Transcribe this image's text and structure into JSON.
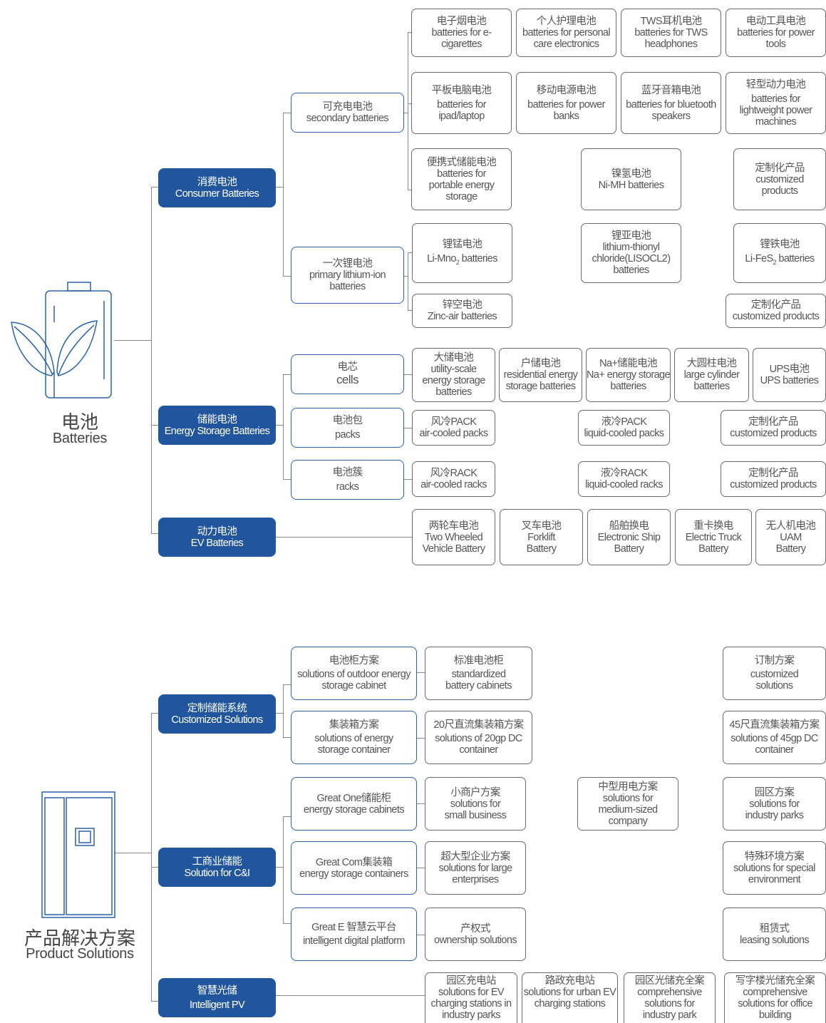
{
  "batteries": {
    "title_zh": "电池",
    "title_en": "Batteries",
    "consumer": {
      "zh": "消费电池",
      "en": "Consumer Batteries",
      "secondary": {
        "zh": "可充电电池",
        "en": "secondary batteries"
      },
      "primary": {
        "zh": "一次锂电池",
        "en": "primary lithium-ion batteries"
      },
      "ecig": {
        "zh": "电子烟电池",
        "en": "batteries for e-cigarettes"
      },
      "personal": {
        "zh": "个人护理电池",
        "en": "batteries for personal care electronics"
      },
      "tws": {
        "zh": "TWS耳机电池",
        "en": "batteries for TWS headphones"
      },
      "tools": {
        "zh": "电动工具电池",
        "en": "batteries for power tools"
      },
      "tablet": {
        "zh": "平板电脑电池",
        "en": "batteries for ipad/laptop"
      },
      "powerbank": {
        "zh": "移动电源电池",
        "en": "batteries for power banks"
      },
      "speaker": {
        "zh": "蓝牙音箱电池",
        "en": "batteries for bluetooth speakers"
      },
      "lightweight": {
        "zh": "轻型动力电池",
        "en": "batteries for lightweight power machines"
      },
      "portable": {
        "zh": "便携式储能电池",
        "en": "batteries for portable energy storage"
      },
      "nimh": {
        "zh": "镍氢电池",
        "en": "Ni-MH batteries"
      },
      "custom1": {
        "zh": "定制化产品",
        "en": "customized products"
      },
      "limno": {
        "zh": "锂锰电池",
        "en_pre": "Li-Mno",
        "en_sub": "2",
        "en_post": " batteries"
      },
      "lisocl": {
        "zh": "锂亚电池",
        "en": "lithium-thionyl chloride(LISOCL2) batteries"
      },
      "lifes": {
        "zh": "锂铁电池",
        "en_pre": "Li-FeS",
        "en_sub": "2",
        "en_post": " batteries"
      },
      "zinc": {
        "zh": "锌空电池",
        "en": "Zinc-air batteries"
      },
      "custom2": {
        "zh": "定制化产品",
        "en": "customized products"
      }
    },
    "storage": {
      "zh": "储能电池",
      "en": "Energy Storage Batteries",
      "cells": {
        "zh": "电芯",
        "en": "cells"
      },
      "packs": {
        "zh": "电池包",
        "en": "packs"
      },
      "racks": {
        "zh": "电池簇",
        "en": "racks"
      },
      "utility": {
        "zh": "大储电池",
        "en": "utility-scale energy storage batteries"
      },
      "residential": {
        "zh": "户储电池",
        "en": "residential energy storage batteries"
      },
      "na": {
        "zh": "Na+储能电池",
        "en": "Na+ energy storage batteries"
      },
      "cylinder": {
        "zh": "大圆柱电池",
        "en": "large cylinder batteries"
      },
      "ups": {
        "zh": "UPS电池",
        "en": "UPS batteries"
      },
      "airpack": {
        "zh": "风冷PACK",
        "en": "air-cooled packs"
      },
      "liqpack": {
        "zh": "液冷PACK",
        "en": "liquid-cooled packs"
      },
      "custom3": {
        "zh": "定制化产品",
        "en": "customized products"
      },
      "airrack": {
        "zh": "风冷RACK",
        "en": "air-cooled racks"
      },
      "liqrack": {
        "zh": "液冷RACK",
        "en": "liquid-cooled racks"
      },
      "custom4": {
        "zh": "定制化产品",
        "en": "customized products"
      }
    },
    "ev": {
      "zh": "动力电池",
      "en": "EV Batteries",
      "two": {
        "zh": "两轮车电池",
        "en": "Two Wheeled Vehicle Battery"
      },
      "forklift": {
        "zh": "叉车电池",
        "en": "Forklift Battery"
      },
      "ship": {
        "zh": "船舶换电",
        "en": "Electronic Ship Battery"
      },
      "truck": {
        "zh": "重卡换电",
        "en": "Electric Truck Battery"
      },
      "uam": {
        "zh": "无人机电池",
        "en": "UAM Battery"
      }
    }
  },
  "solutions": {
    "title_zh": "产品解决方案",
    "title_en": "Product Solutions",
    "custom": {
      "zh": "定制储能系统",
      "en": "Customized Solutions",
      "cabinet": {
        "zh": "电池柜方案",
        "en": "solutions of outdoor energy storage cabinet"
      },
      "container": {
        "zh": "集装箱方案",
        "en": "solutions of energy storage container"
      },
      "std": {
        "zh": "标准电池柜",
        "en": "standardized battery cabinets"
      },
      "gp20": {
        "zh": "20尺直流集装箱方案",
        "en": "solutions of 20gp DC container"
      },
      "tailor": {
        "zh": "订制方案",
        "en": "customized solutions"
      },
      "gp45": {
        "zh": "45尺直流集装箱方案",
        "en": "solutions of  45gp DC container"
      }
    },
    "ci": {
      "zh": "工商业储能",
      "en": "Solution for C&I",
      "greatone": {
        "zh": "Great One储能柜",
        "en": "energy storage cabinets"
      },
      "greatcom": {
        "zh": "Great Com集装箱",
        "en": "energy storage containers"
      },
      "greate": {
        "zh": "Great E 智慧云平台",
        "en": "intelligent digital platform"
      },
      "small": {
        "zh": "小商户方案",
        "en": "solutions for small business"
      },
      "large": {
        "zh": "超大型企业方案",
        "en": "solutions for large enterprises"
      },
      "owner": {
        "zh": "产权式",
        "en": "ownership solutions"
      },
      "medium": {
        "zh": "中型用电方案",
        "en": "solutions for medium-sized company"
      },
      "park": {
        "zh": "园区方案",
        "en": "solutions for industry parks"
      },
      "special": {
        "zh": "特殊环境方案",
        "en": "solutions for special environment"
      },
      "lease": {
        "zh": "租赁式",
        "en": "leasing solutions"
      }
    },
    "pv": {
      "zh": "智慧光储",
      "en": "Intelligent PV",
      "parkev": {
        "zh": "园区充电站",
        "en": "solutions for EV charging stations in industry parks"
      },
      "urban": {
        "zh": "路政充电站",
        "en": "solutions for urban EV charging stations"
      },
      "parkpv": {
        "zh": "园区光储充全案",
        "en": "comprehensive solutions for industry park"
      },
      "office": {
        "zh": "写字楼光储充全案",
        "en": "comprehensive solutions for office building"
      }
    }
  },
  "colors": {
    "accent": "#21569e",
    "border_blue": "#2a63a8",
    "line": "#888888"
  }
}
